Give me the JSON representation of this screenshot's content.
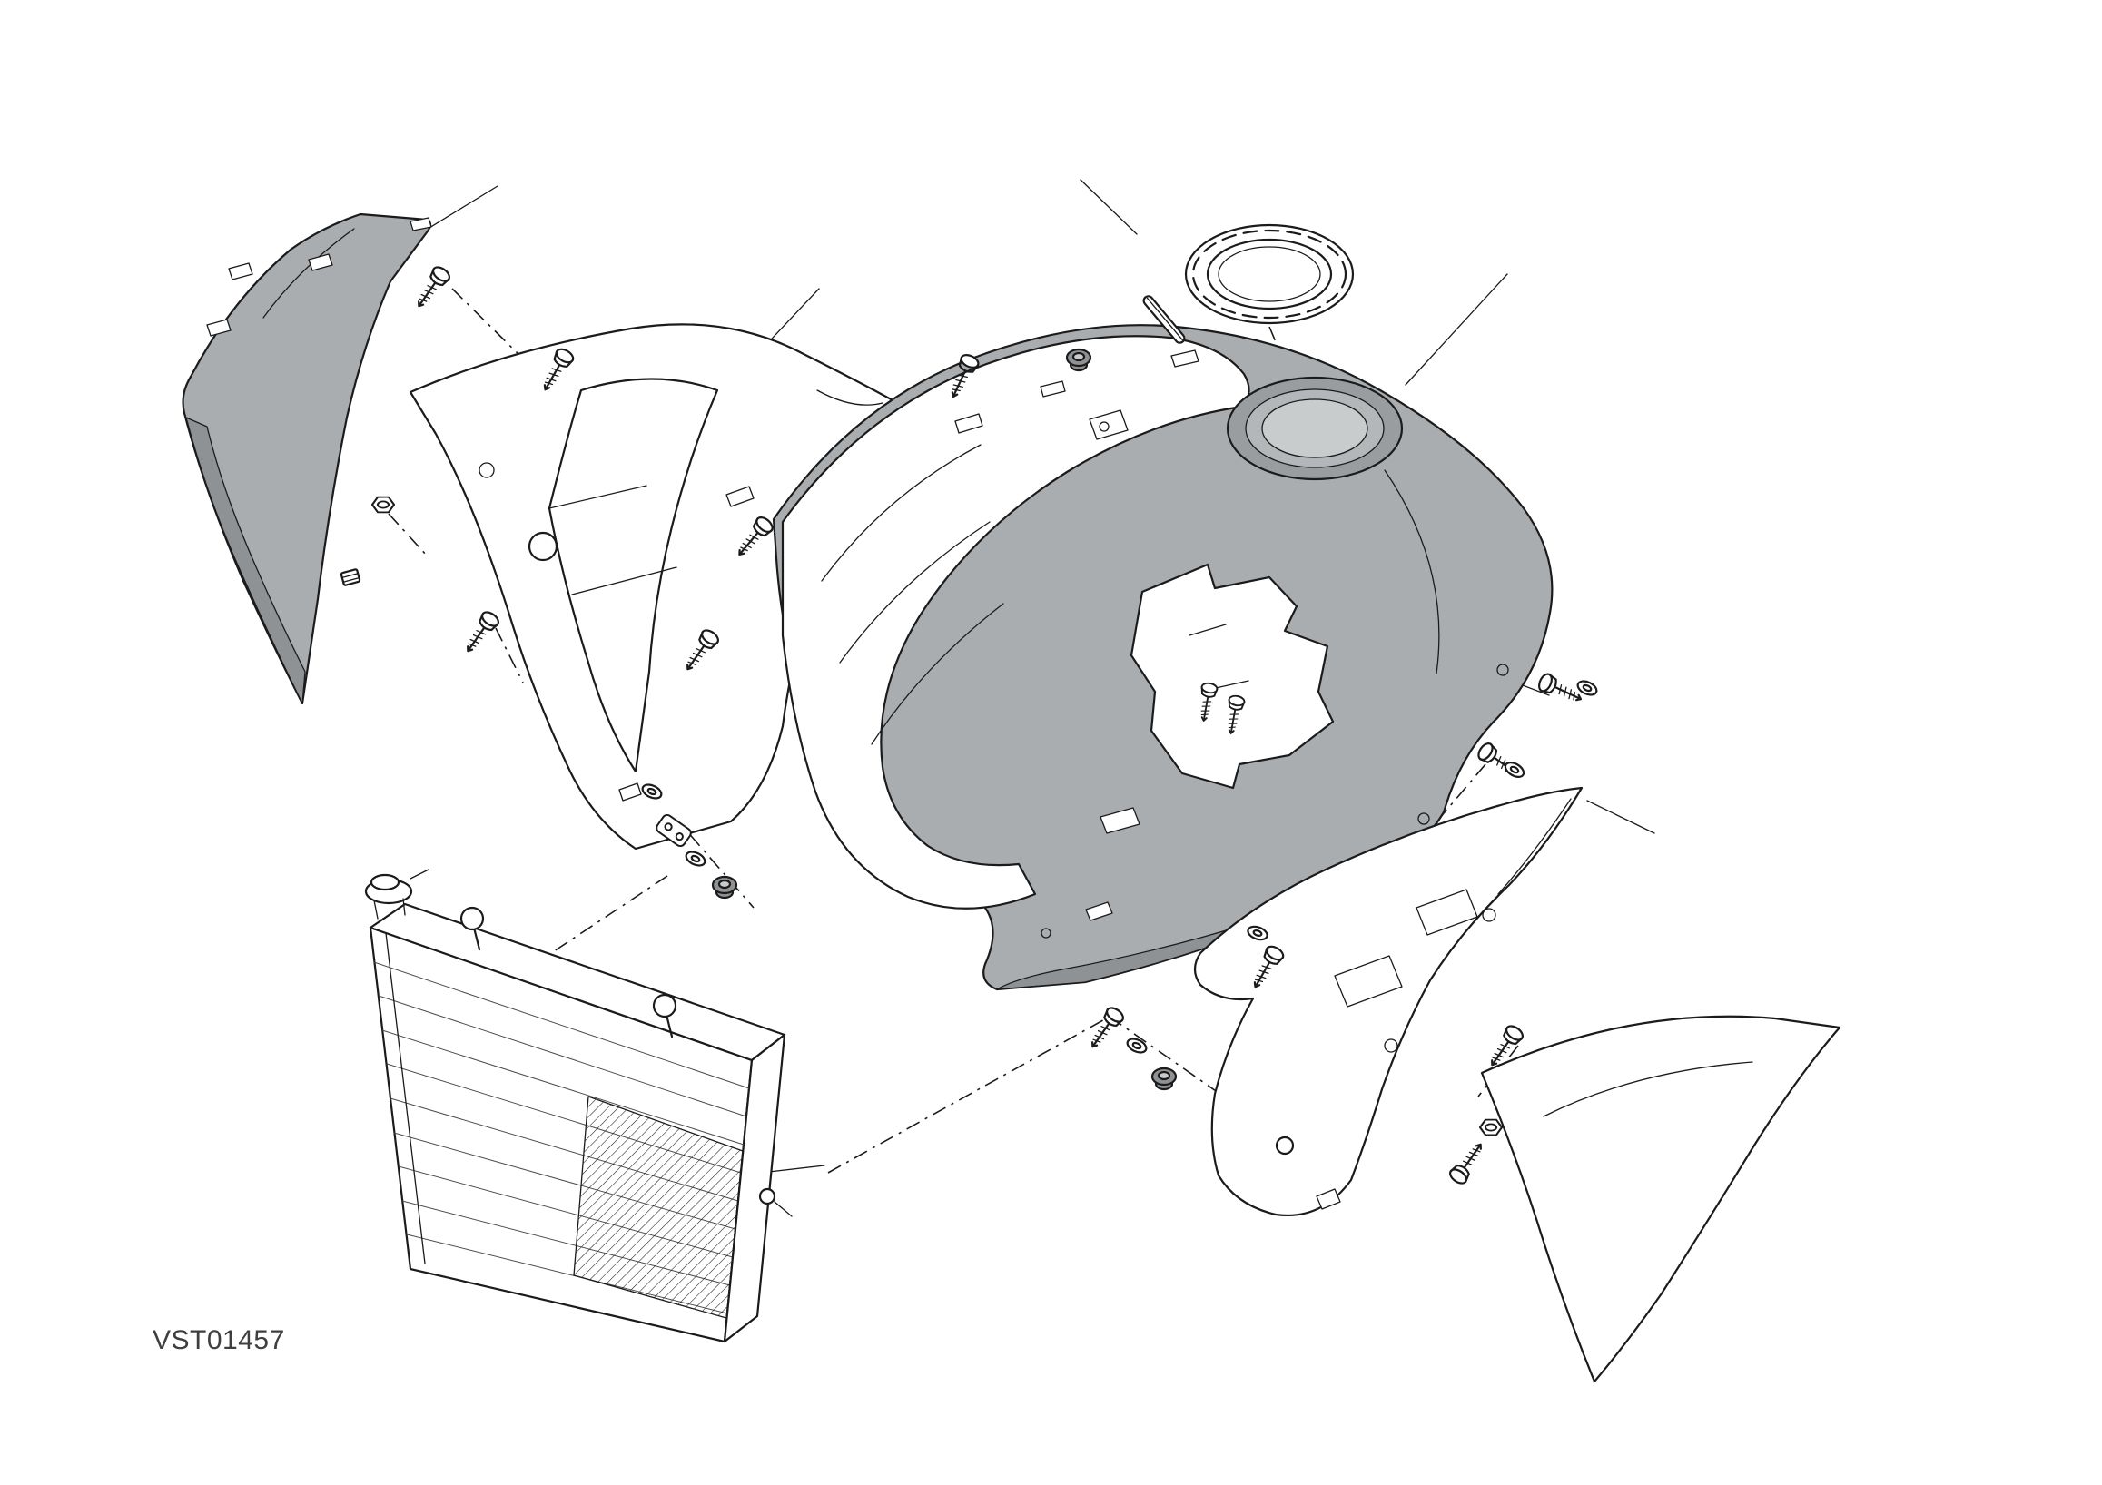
{
  "page": {
    "background": "#ffffff",
    "code_label": "VST01457"
  },
  "colors": {
    "line": "#1b1b1b",
    "part_fill": "#a9adb0",
    "part_fill_dark": "#8e9295",
    "part_fill_light": "#c9cccd",
    "recess_fill": "#9a9da0",
    "recess_inner": "#b4b7b9",
    "label_text": "#3f3f3f"
  },
  "diagram": {
    "type": "exploded-parts-view",
    "subject": "Fuel tank cover, side panels and radiator assembly",
    "parts": [
      {
        "name": "left-outer-side-panel",
        "shaded": true
      },
      {
        "name": "left-inner-panel-frame",
        "shaded": false
      },
      {
        "name": "tank-cover",
        "shaded": true
      },
      {
        "name": "tank-filler-ring",
        "shaded": false
      },
      {
        "name": "radiator",
        "shaded": false
      },
      {
        "name": "right-inner-panel",
        "shaded": false
      },
      {
        "name": "right-outer-side-panel",
        "shaded": false
      }
    ],
    "hardware": [
      "screw",
      "washer",
      "grommet",
      "hex-nut",
      "clip",
      "bracket-plate",
      "strap-pin"
    ]
  }
}
